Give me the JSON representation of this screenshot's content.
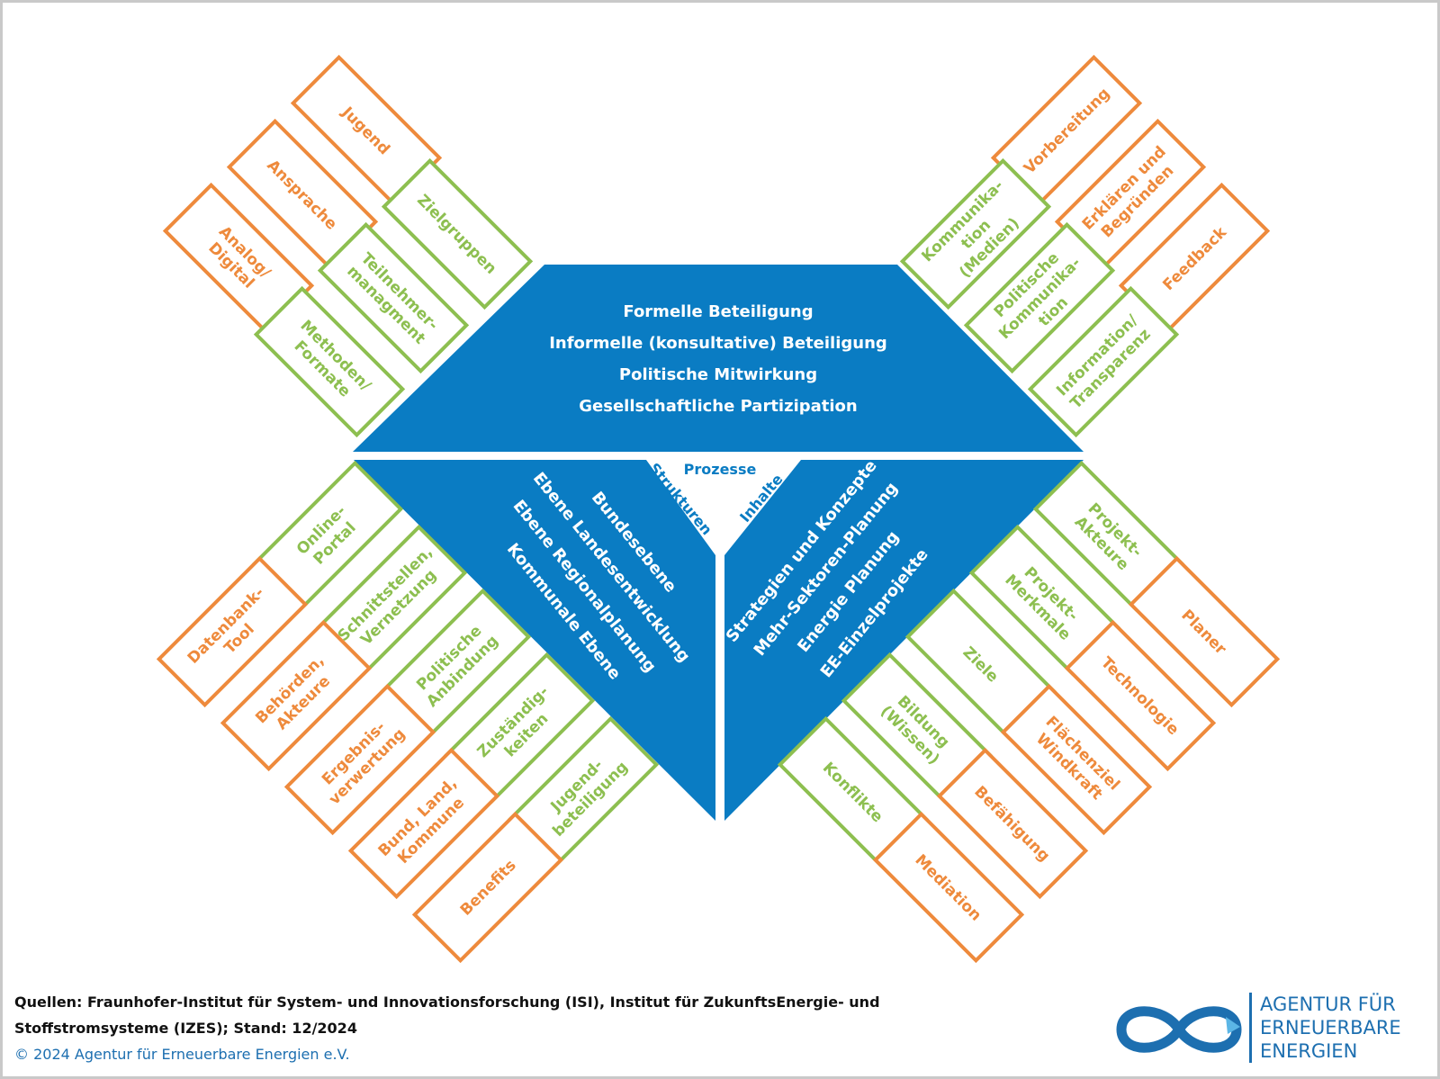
{
  "center": {
    "top_lines": [
      "Formelle Beteiligung",
      "Informelle (konsultative) Beteiligung",
      "Politische Mitwirkung",
      "Gesellschaftliche Partizipation"
    ],
    "left_lines": [
      "Bundesebene",
      "Ebene Landesentwicklung",
      "Ebene Regionalplanung",
      "Kommunale Ebene"
    ],
    "right_lines": [
      "Strategien und Konzepte",
      "Mehr-Sektoren-Planung",
      "Energie Planung",
      "EE-Einzelprojekte"
    ],
    "labels": {
      "prozesse": "Prozesse",
      "strukturen": "Strukturen",
      "inhalte": "Inhalte"
    }
  },
  "tiles": {
    "top_left": [
      [
        "Jugend"
      ],
      [
        "Ansprache"
      ],
      [
        "Analog/",
        "Digital"
      ],
      [
        "Zielgruppen"
      ],
      [
        "Teilnehmer-",
        "managment"
      ],
      [
        "Methoden/",
        "Formate"
      ]
    ],
    "top_right": [
      [
        "Vorbereitung"
      ],
      [
        "Erklären und",
        "Begründen"
      ],
      [
        "Feedback"
      ],
      [
        "Kommunika-",
        "tion",
        "(Medien)"
      ],
      [
        "Politische",
        "Kommunika-",
        "tion"
      ],
      [
        "Information/",
        "Transparenz"
      ]
    ],
    "bottom_left": [
      [
        "Online-",
        "Portal"
      ],
      [
        "Schnittstellen,",
        "Vernetzung"
      ],
      [
        "Politische",
        "Anbindung"
      ],
      [
        "Zuständig-",
        "keiten"
      ],
      [
        "Jugend-",
        "beteiligung"
      ],
      [
        "Datenbank-",
        "Tool"
      ],
      [
        "Behörden,",
        "Akteure"
      ],
      [
        "Ergebnis-",
        "verwertung"
      ],
      [
        "Bund, Land,",
        "Kommune"
      ],
      [
        "Benefits"
      ]
    ],
    "bottom_right": [
      [
        "Projekt-",
        "Akteure"
      ],
      [
        "Projekt-",
        "Merkmale"
      ],
      [
        "Ziele"
      ],
      [
        "Bildung",
        "(Wissen)"
      ],
      [
        "Konflikte"
      ],
      [
        "Planer"
      ],
      [
        "Technologie"
      ],
      [
        "Flächenziel",
        "Windkraft"
      ],
      [
        "Befähigung"
      ],
      [
        "Mediation"
      ]
    ]
  },
  "colors": {
    "blue": "#0a7cc3",
    "orange": "#ee8a3c",
    "green": "#8dbf50"
  },
  "footer": {
    "source_line1": "Quellen: Fraunhofer-Institut für System- und Innovationsforschung (ISI), Institut für ZukunftsEnergie- und",
    "source_line2": "Stoffstromsysteme (IZES); Stand: 12/2024",
    "copyright": "© 2024 Agentur für Erneuerbare Energien e.V."
  },
  "logo": {
    "line1": "AGENTUR FÜR",
    "line2": "ERNEUERBARE",
    "line3": "ENERGIEN",
    "icon": "infinity-icon"
  }
}
